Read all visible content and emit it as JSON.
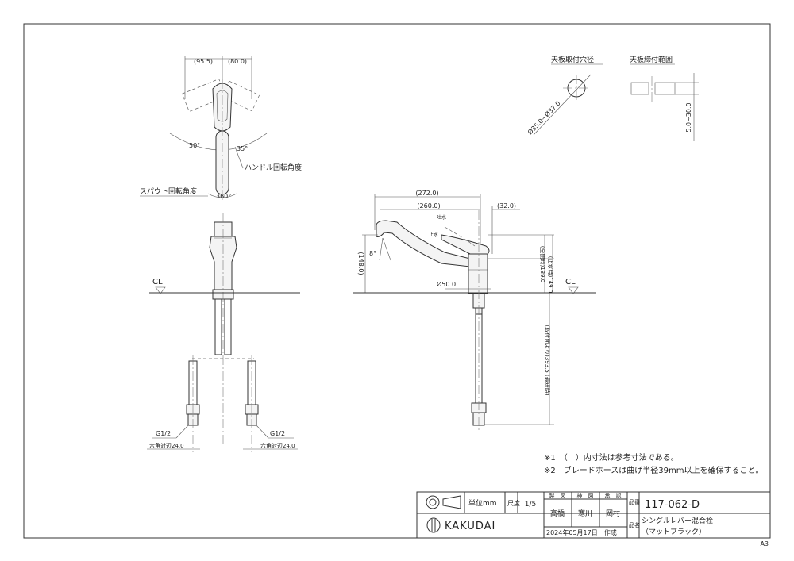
{
  "dims": {
    "top_left": "(95.5)",
    "top_right": "(80.0)",
    "angle_left": "50°",
    "angle_right": "35°",
    "spout_rotation": "360°",
    "overall_length": "(272.0)",
    "spout_reach": "(260.0)",
    "handle_offset": "(32.0)",
    "height": "(148.0)",
    "spout_angle": "8°",
    "base_dia": "Ø50.0",
    "full_open_height": "(全開時)189.0",
    "closed_height": "(止水時)149.0",
    "hose_length": "(取付面より)393.5 (最短時)",
    "hole_dia": "Ø35.0~Ø37.0",
    "counter_thickness": "5.0~30.0",
    "g_left": "G1/2",
    "g_right": "G1/2",
    "hex_left": "六角対辺24.0",
    "hex_right": "六角対辺24.0"
  },
  "labels": {
    "handle_rotation": "ハンドル回転角度",
    "spout_rotation": "スパウト回転角度",
    "hole_title": "天板取付穴径",
    "counter_title": "天板締付範囲",
    "cl_left": "CL",
    "cl_right": "CL",
    "tosui": "吐水",
    "shisui": "止水"
  },
  "notes": {
    "n1": "※1　（　）内寸法は参考寸法である。",
    "n2": "※2　ブレードホースは曲げ半径39mm以上を確保すること。"
  },
  "title_block": {
    "unit": "単位mm",
    "scale_label": "尺度",
    "scale": "1/5",
    "seizu": "製　図",
    "kenzu": "検　図",
    "shounin": "承　認",
    "drafter": "高橋",
    "checker": "寒川",
    "approver": "岡村",
    "date": "2024年05月17日　作成",
    "hinban_label": "品番",
    "part_no": "117-062-D",
    "hinmei_label": "品名",
    "name1": "シングルレバー混合栓",
    "name2": "（マットブラック）",
    "logo": "KAKUDAI"
  },
  "sheet_size": "A3"
}
